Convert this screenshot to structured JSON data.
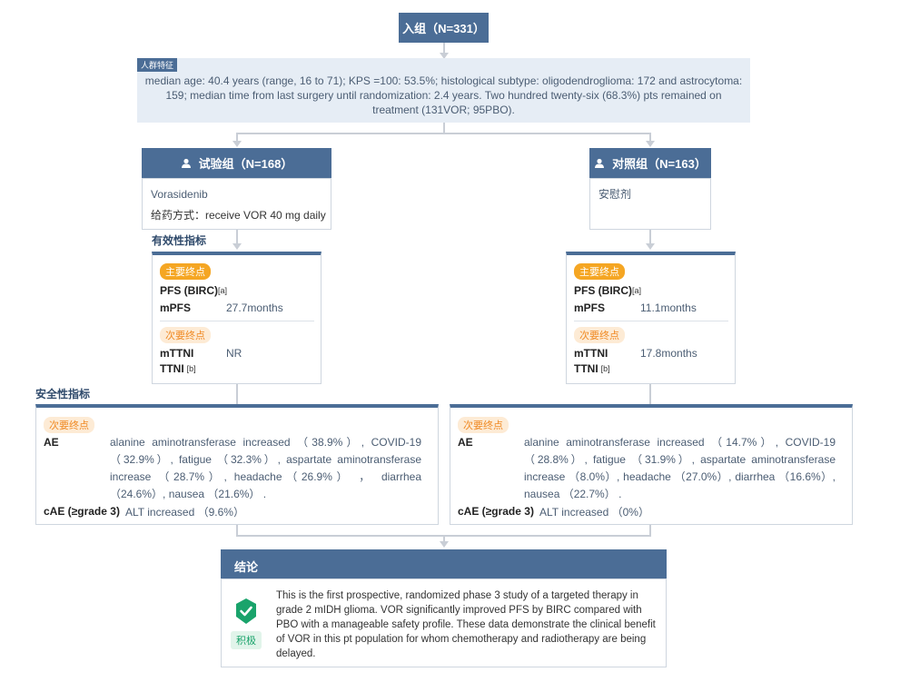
{
  "enrollment": {
    "label": "入组（N=331）"
  },
  "population": {
    "tag": "人群特征",
    "text": "median age: 40.4 years (range, 16 to 71); KPS =100: 53.5%; histological subtype: oligodendroglioma: 172 and astrocytoma: 159; median time from last surgery until randomization: 2.4 years. Two hundred twenty-six (68.3%) pts remained on treatment (131VOR; 95PBO)."
  },
  "trial_arm": {
    "title": "试验组（N=168）",
    "drug": "Vorasidenib",
    "dosing": "给药方式：receive VOR 40 mg daily"
  },
  "control_arm": {
    "title": "对照组（N=163）",
    "drug": "安慰剂"
  },
  "efficacy_label": "有效性指标",
  "safety_label": "安全性指标",
  "trial_efficacy": {
    "primary_badge": "主要终点",
    "pfs_label": "PFS (BIRC)",
    "pfs_note": "[a]",
    "mpfs_label": "mPFS",
    "mpfs_value": "27.7months",
    "secondary_badge": "次要终点",
    "mttni_label": "mTTNI",
    "mttni_value": "NR",
    "ttni_label": "TTNI",
    "ttni_note": "[b]"
  },
  "control_efficacy": {
    "primary_badge": "主要终点",
    "pfs_label": "PFS (BIRC)",
    "pfs_note": "[a]",
    "mpfs_label": "mPFS",
    "mpfs_value": "11.1months",
    "secondary_badge": "次要终点",
    "mttni_label": "mTTNI",
    "mttni_value": "17.8months",
    "ttni_label": "TTNI",
    "ttni_note": "[b]"
  },
  "trial_safety": {
    "badge": "次要终点",
    "ae_label": "AE",
    "ae_value": "alanine aminotransferase increased （38.9%）, COVID-19 （32.9%）, fatigue （32.3%）, aspartate aminotransferase increase （28.7%）, headache（26.9%） ， diarrhea （24.6%）, nausea （21.6%） .",
    "cae_label": "cAE (≥grade 3)",
    "cae_value": "ALT increased （9.6%）"
  },
  "control_safety": {
    "badge": "次要终点",
    "ae_label": "AE",
    "ae_value": "alanine aminotransferase increased （14.7%）, COVID-19 （28.8%）, fatigue （31.9%）, aspartate aminotransferase increase （8.0%）, headache （27.0%）, diarrhea （16.6%）, nausea （22.7%） .",
    "cae_label": "cAE (≥grade 3)",
    "cae_value": "ALT increased （0%）"
  },
  "conclusion": {
    "title": "结论",
    "badge": "积极",
    "text": "This is the first prospective, randomized phase 3 study of a targeted therapy in grade 2 mIDH glioma. VOR significantly improved PFS by BIRC compared with PBO with a manageable safety profile. These data demonstrate the clinical benefit of VOR in this pt population for whom chemotherapy and radiotherapy are being delayed."
  },
  "colors": {
    "header": "#4b6d96",
    "primary_badge": "#f5a623",
    "secondary_badge_text": "#f08a24",
    "positive": "#1aa36b",
    "population_bg": "#e6edf5"
  }
}
